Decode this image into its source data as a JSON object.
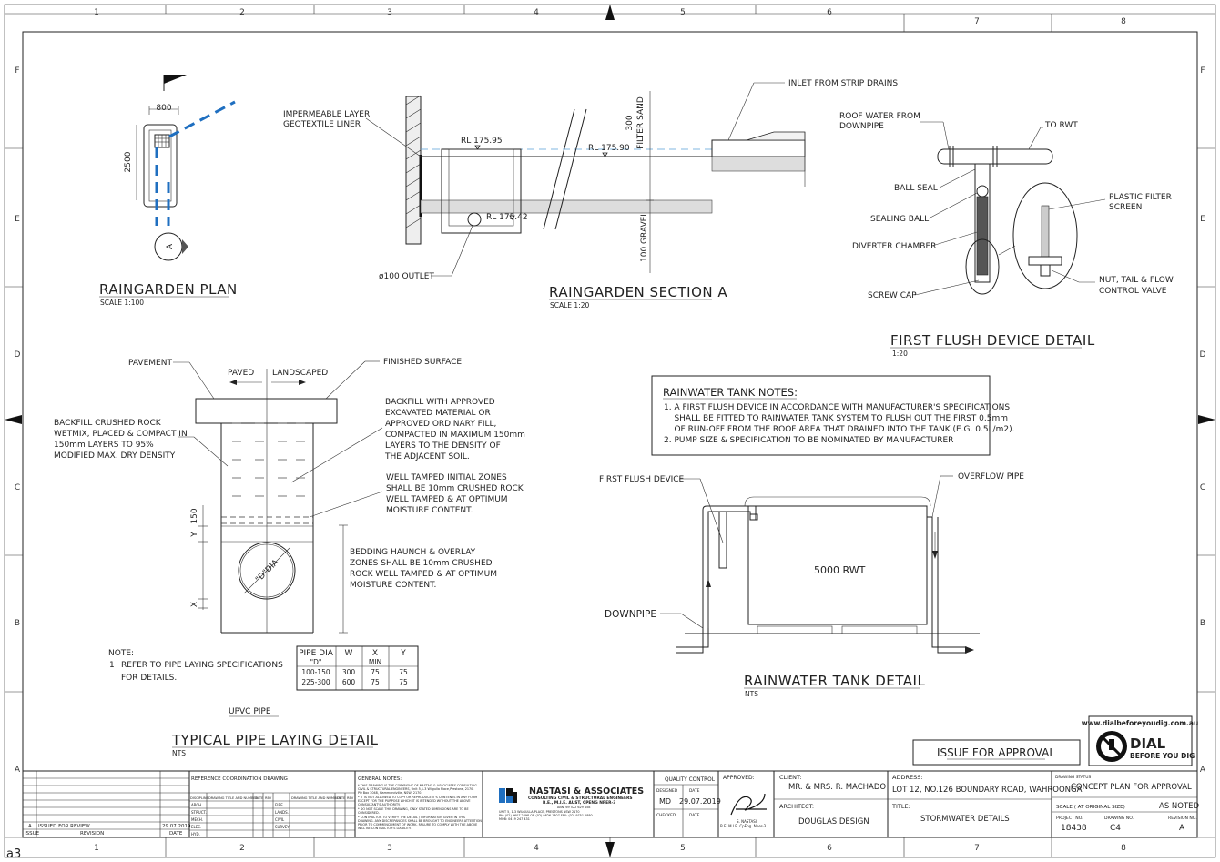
{
  "grid": {
    "cols": [
      "1",
      "2",
      "3",
      "4",
      "5",
      "6",
      "7",
      "8"
    ],
    "rows": [
      "F",
      "E",
      "D",
      "C",
      "B",
      "A"
    ],
    "sheet_size": "a3"
  },
  "raingarden_plan": {
    "title": "RAINGARDEN PLAN",
    "scale": "SCALE 1:100",
    "dim_w": "800",
    "dim_h": "2500",
    "section_marker": "A"
  },
  "raingarden_section": {
    "title": "RAINGARDEN SECTION A",
    "scale": "SCALE 1:20",
    "label_liner": "IMPERMEABLE LAYER",
    "label_liner2": "GEOTEXTILE LINER",
    "rl_top": "RL 175.95",
    "rl_water": "RL 175.90",
    "rl_outlet": "RL 175.42",
    "outlet": "ø100 OUTLET",
    "filter_sand": "300",
    "filter_sand2": "FILTER SAND",
    "gravel": "100",
    "gravel2": "GRAVEL",
    "inlet": "INLET FROM STRIP DRAINS"
  },
  "first_flush": {
    "title": "FIRST FLUSH DEVICE DETAIL",
    "scale": "1:20",
    "roof_water": "ROOF WATER FROM",
    "roof_water2": "DOWNPIPE",
    "to_rwt": "TO RWT",
    "ball_seal": "BALL SEAL",
    "sealing_ball": "SEALING BALL",
    "diverter": "DIVERTER CHAMBER",
    "screw_cap": "SCREW CAP",
    "filter_screen": "PLASTIC FILTER",
    "filter_screen2": "SCREEN",
    "nut_tail": "NUT, TAIL & FLOW",
    "nut_tail2": "CONTROL VALVE"
  },
  "pipe_laying": {
    "title": "TYPICAL PIPE LAYING DETAIL",
    "scale": "NTS",
    "pavement": "PAVEMENT",
    "paved": "PAVED",
    "landscaped": "LANDSCAPED",
    "finished": "FINISHED SURFACE",
    "backfill_rock": [
      "BACKFILL CRUSHED ROCK",
      "WETMIX, PLACED & COMPACT IN",
      "150mm LAYERS TO 95%",
      "MODIFIED MAX. DRY DENSITY"
    ],
    "backfill_approved": [
      "BACKFILL WITH APPROVED",
      "EXCAVATED MATERIAL OR",
      "APPROVED ORDINARY FILL,",
      "COMPACTED IN MAXIMUM 150mm",
      "LAYERS TO THE DENSITY OF",
      "THE ADJACENT SOIL."
    ],
    "tamped": [
      "WELL TAMPED INITIAL ZONES",
      "SHALL BE 10mm CRUSHED ROCK",
      "WELL TAMPED & AT OPTIMUM",
      "MOISTURE CONTENT."
    ],
    "bedding": [
      "BEDDING HAUNCH & OVERLAY",
      "ZONES SHALL BE 10mm CRUSHED",
      "ROCK WELL TAMPED & AT OPTIMUM",
      "MOISTURE CONTENT."
    ],
    "dim_150": "150",
    "dim_y": "Y",
    "dim_x": "X",
    "pipe_label": "\"D\"DIA",
    "note_title": "NOTE:",
    "note_num": "1",
    "note_line1": "REFER TO PIPE LAYING SPECIFICATIONS",
    "note_line2": "FOR DETAILS.",
    "upvc": "UPVC PIPE",
    "table": {
      "headers": [
        "PIPE DIA",
        "W",
        "X",
        "Y"
      ],
      "subheaders": [
        "\"D\"",
        "",
        "MIN",
        ""
      ],
      "rows": [
        [
          "100-150",
          "300",
          "75",
          "75"
        ],
        [
          "225-300",
          "600",
          "75",
          "75"
        ]
      ]
    }
  },
  "tank_notes": {
    "title": "RAINWATER TANK NOTES:",
    "lines": [
      "1. A FIRST FLUSH DEVICE IN ACCORDANCE WITH MANUFACTURER'S SPECIFICATIONS",
      "    SHALL BE FITTED TO RAINWATER TANK SYSTEM TO FLUSH OUT THE FIRST 0.5mm",
      "    OF RUN-OFF FROM THE ROOF AREA THAT DRAINED INTO THE TANK (E.G. 0.5L/m2).",
      "2. PUMP SIZE & SPECIFICATION TO BE NOMINATED BY MANUFACTURER"
    ]
  },
  "tank_detail": {
    "title": "RAINWATER TANK DETAIL",
    "scale": "NTS",
    "first_flush": "FIRST FLUSH DEVICE",
    "overflow": "OVERFLOW PIPE",
    "downpipe": "DOWNPIPE",
    "tank": "5000 RWT"
  },
  "stamp": {
    "issue": "ISSUE FOR APPROVAL",
    "dial_url": "www.dialbeforeyoudig.com.au",
    "dial_big": "DIAL",
    "dial_small": "BEFORE YOU DIG"
  },
  "title_block": {
    "rev_rows": [
      {
        "issue": "A",
        "revision": "ISSUED FOR REVIEW",
        "date": "29.07.2019"
      }
    ],
    "rev_headers": {
      "issue": "ISSUE",
      "revision": "REVISION",
      "date": "DATE"
    },
    "ref_title": "REFERENCE COORDINATION DRAWING",
    "ref_cols": [
      "DISCIPLINE",
      "DRAWING TITLE AND NUMBER",
      "DATE",
      "REV",
      "DRAWING TITLE AND NUMBER",
      "DATE",
      "REV"
    ],
    "ref_disc_left": [
      "ARCH.",
      "STRUCT.",
      "MECH.",
      "ELEC.",
      "HYD."
    ],
    "ref_disc_right": [
      "FIRE",
      "LANDS.",
      "CIVIL",
      "SURVEY"
    ],
    "general_notes_title": "GENERAL NOTES:",
    "general_notes": [
      "* THIS DRAWING IS THE COPYRIGHT OF NASTASI & ASSOCIATES CONSULTING",
      "CIVIL & STRUCTURAL ENGINEERS, Unit 5,1-3 Wilgulla Place,Prestons, 2170.",
      "PO Box 3048, Hammondville, NSW, 2170.",
      "* IT IS NOT ALLOWED TO COPY OR REPRODUCE IT'S CONTENTS IN ANY FORM",
      "EXCEPT FOR THE PURPOSE WHICH IT IS INTENDED WITHOUT THE ABOVE",
      "CONSULTANT'S AUTHORITY.",
      "* DO NOT SCALE THIS DRAWING, ONLY STATED DIMENSIONS ARE TO BE",
      "CONSIDERED.",
      "* CONTRACTOR TO VERIFY THE DETAIL / INFORMATION GIVEN IN THIS",
      "DRAWING. ANY DISCREPANCIES SHALL BE BROUGHT TO ENGINEERS ATTENTION",
      "PRIOR TO COMMENCEMENT OF WORK. FAILURE TO COMPLY WITH THE ABOVE",
      "WILL BE CONTRACTOR'S LIABILITY."
    ],
    "firm_name": "NASTASI & ASSOCIATES",
    "firm_sub": "CONSULTING CIVIL & STRUCTURAL ENGINEERS",
    "firm_quals": "B.E., M.I.E. AUST, CPENG NPER-3",
    "firm_abn": "ABN: 69 522 629 458",
    "firm_addr1": "UNIT 5, 1-3 WILGULLA PLACE, PRESTONS NSW 2170",
    "firm_addr2": "PH: (02) 9607 2898 OR (02) 9826 1807  FAX: (02) 9751 2880",
    "firm_addr3": "MOB: 0419 247 431",
    "qc_title": "QUALITY CONTROL",
    "designed_label": "DESIGNED",
    "date_label": "DATE",
    "designed": "MD",
    "designed_date": "29.07.2019",
    "checked_label": "CHECKED",
    "checked_date_label": "DATE",
    "approved_label": "APPROVED:",
    "approver": "S. NASTASI",
    "approver_quals": "B.E. M.I.E. CpEng. Nper-3",
    "client_label": "CLIENT:",
    "client": "MR. & MRS. R. MACHADO",
    "architect_label": "ARCHITECT:",
    "architect": "DOUGLAS DESIGN",
    "address_label": "ADDRESS:",
    "address": "LOT 12, NO.126 BOUNDARY ROAD, WAHROONGA",
    "title_label": "TITLE:",
    "title": "STORMWATER DETAILS",
    "status_label": "DRAWING STATUS",
    "status": "CONCEPT PLAN FOR APPROVAL",
    "scale_label": "SCALE ( AT ORIGINAL SIZE)",
    "scale": "AS NOTED",
    "project_label": "PROJECT NO.",
    "project": "18438",
    "drawing_label": "DRAWING NO.",
    "drawing": "C4",
    "revision_label": "REVISION NO.",
    "revision": "A"
  }
}
